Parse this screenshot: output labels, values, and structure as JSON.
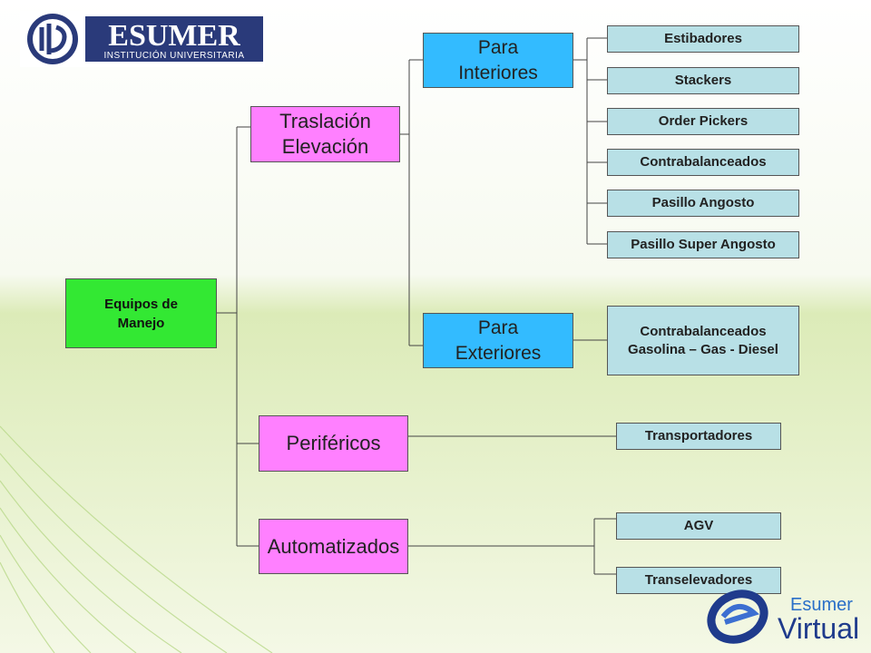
{
  "logo": {
    "brand": "ESUMER",
    "tagline": "INSTITUCIÓN UNIVERSITARIA"
  },
  "footer_logo": {
    "line1": "Esumer",
    "line2": "Virtual"
  },
  "diagram": {
    "root": "Equipos de\nManejo",
    "traslacion": "Traslación\nElevación",
    "perifericos": "Periféricos",
    "automatizados": "Automatizados",
    "interiores": "Para\nInteriores",
    "exteriores": "Para\nExteriores",
    "interiores_items": [
      "Estibadores",
      "Stackers",
      "Order Pickers",
      "Contrabalanceados",
      "Pasillo Angosto",
      "Pasillo Super Angosto"
    ],
    "exteriores_item": "Contrabalanceados\nGasolina – Gas - Diesel",
    "perifericos_item": "Transportadores",
    "automatizados_items": [
      "AGV",
      "Transelevadores"
    ]
  }
}
